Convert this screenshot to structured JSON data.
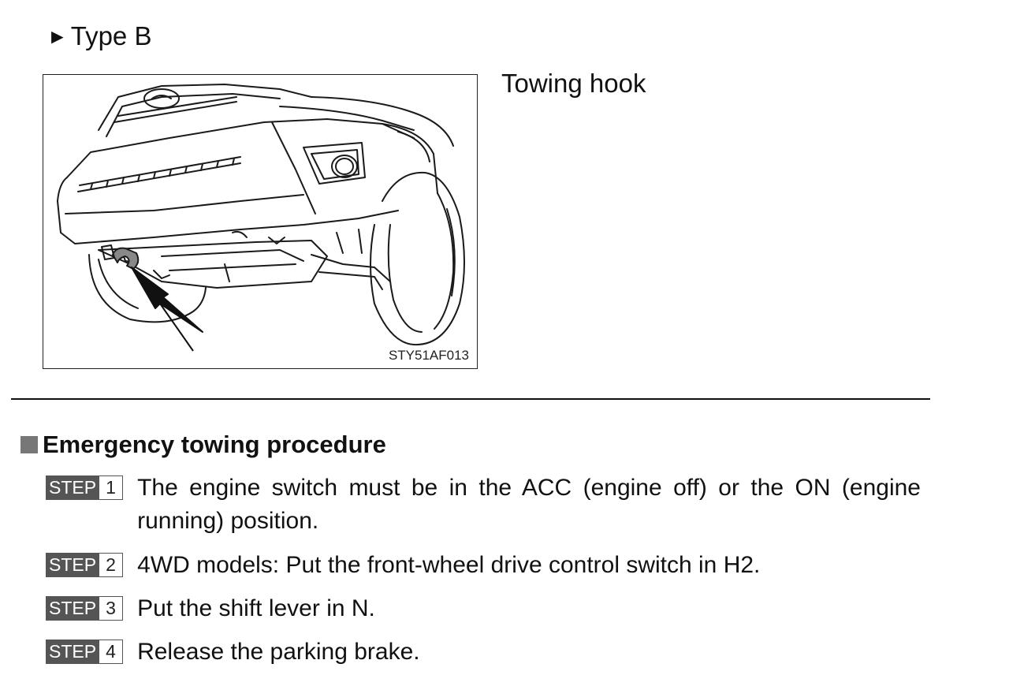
{
  "heading": {
    "marker": "►",
    "title": "Type B"
  },
  "figure": {
    "code": "STY51AF013",
    "callout": "Towing hook"
  },
  "section": {
    "title": "Emergency towing procedure"
  },
  "steps": [
    {
      "word": "STEP",
      "number": "1",
      "text": "The engine switch must be in the ACC (engine off) or the ON (engine running) position."
    },
    {
      "word": "STEP",
      "number": "2",
      "text": "4WD models: Put the front-wheel drive control switch in H2."
    },
    {
      "word": "STEP",
      "number": "3",
      "text": "Put the shift lever in N."
    },
    {
      "word": "STEP",
      "number": "4",
      "text": "Release the parking brake."
    }
  ]
}
